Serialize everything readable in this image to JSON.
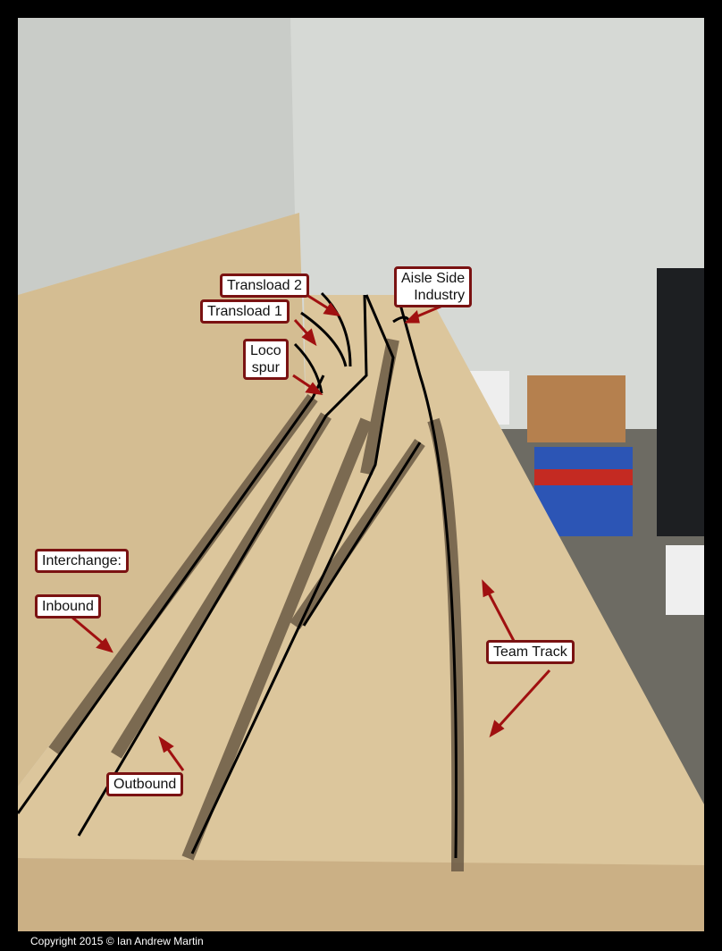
{
  "labels": {
    "transload2": "Transload 2",
    "transload1": "Transload 1",
    "loco_line1": "Loco",
    "loco_line2": "spur",
    "aisle_line1": "Aisle Side",
    "aisle_line2": "Industry",
    "interchange": "Interchange:",
    "inbound": "Inbound",
    "outbound": "Outbound",
    "team_track": "Team Track"
  },
  "copyright": "Copyright 2015 © Ian Andrew Martin",
  "colors": {
    "label_border": "#7a1212",
    "arrow": "#a01010",
    "plywood": "#d9c39a"
  }
}
